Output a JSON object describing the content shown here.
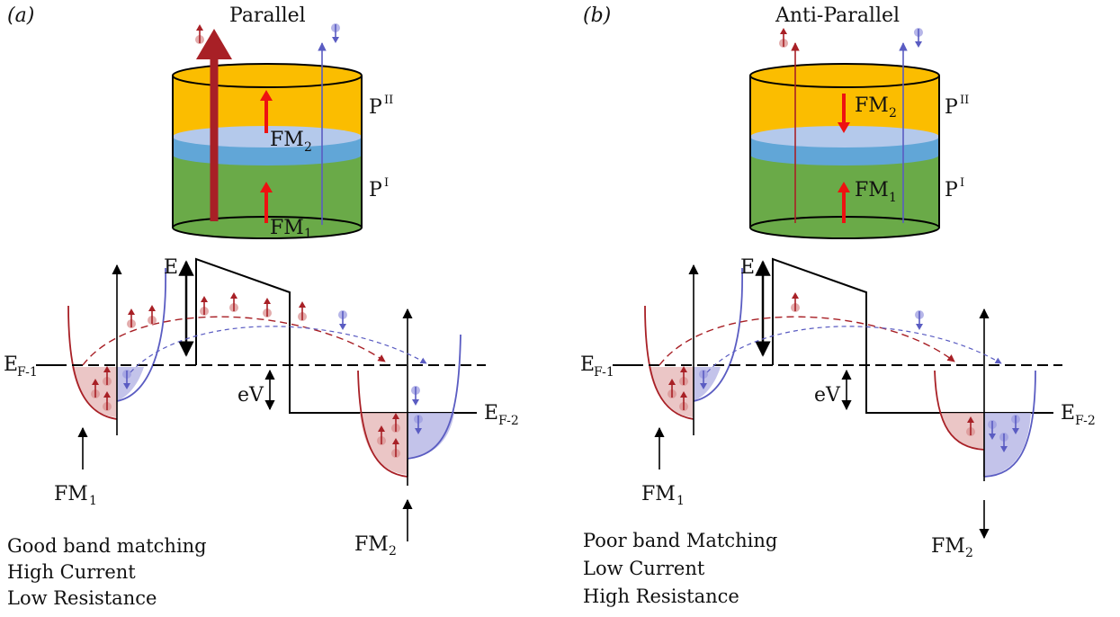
{
  "panel_a": {
    "tag": "(a)",
    "title": "Parallel",
    "layer_top": "P",
    "layer_top_sup": "II",
    "layer_bottom": "P",
    "layer_bottom_sup": "I",
    "fm2_inner": "FM",
    "fm2_inner_sub": "2",
    "fm1_inner": "FM",
    "fm1_inner_sub": "1",
    "energy_label": "E",
    "ef_left": "E",
    "ef_left_sub": "F-1",
    "ef_right": "E",
    "ef_right_sub": "F-2",
    "bias_label": "eV",
    "fm1_label": "FM",
    "fm1_label_sub": "1",
    "fm2_label": "FM",
    "fm2_label_sub": "2",
    "notes": [
      "Good band matching",
      "High Current",
      "Low Resistance"
    ]
  },
  "panel_b": {
    "tag": "(b)",
    "title": "Anti-Parallel",
    "layer_top": "P",
    "layer_top_sup": "II",
    "layer_bottom": "P",
    "layer_bottom_sup": "I",
    "fm2_inner": "FM",
    "fm2_inner_sub": "2",
    "fm1_inner": "FM",
    "fm1_inner_sub": "1",
    "energy_label": "E",
    "ef_left": "E",
    "ef_left_sub": "F-1",
    "ef_right": "E",
    "ef_right_sub": "F-2",
    "bias_label": "eV",
    "fm1_label": "FM",
    "fm1_label_sub": "1",
    "fm2_label": "FM",
    "fm2_label_sub": "2",
    "notes": [
      "Poor band Matching",
      "Low Current",
      "High Resistance"
    ]
  },
  "colors": {
    "layer_top": "#fbbd00",
    "interface_light": "#b4c9eb",
    "interface_mid": "#61a6d7",
    "layer_bottom": "#6aaa48",
    "spin_up": "#a82026",
    "spin_down": "#5a5cc2",
    "magnetization": "#ee1111",
    "up_fill": "#d9a4a4",
    "down_fill": "#a4a4dc"
  },
  "icons": {
    "spin_up": "spin-up-electron-icon",
    "spin_down": "spin-down-electron-icon"
  }
}
